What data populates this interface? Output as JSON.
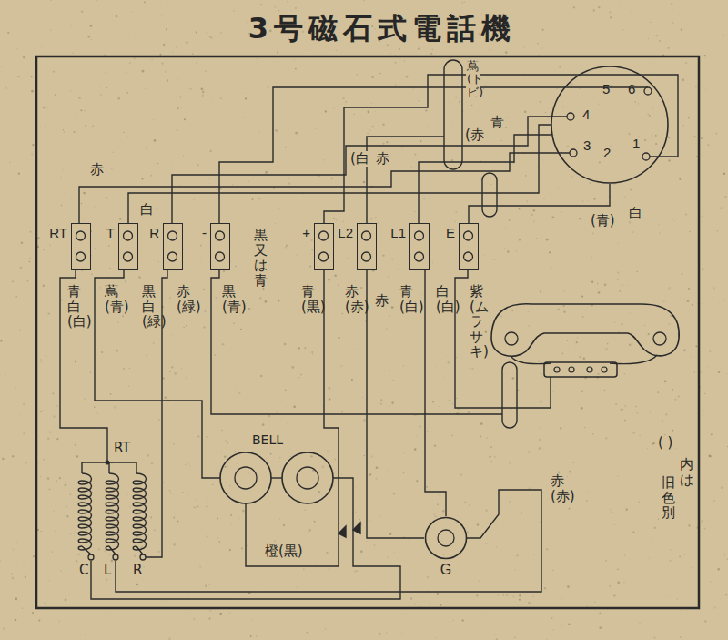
{
  "diagram": {
    "title": "3号磁石式電話機",
    "nodes": [
      {
        "text": [
          "4",
          "5",
          "6",
          "3",
          "2",
          "1"
        ]
      },
      {
        "text": [
          "RT"
        ]
      },
      {
        "text": [
          "T"
        ]
      },
      {
        "text": [
          "R"
        ]
      },
      {
        "text": [
          "-"
        ]
      },
      {
        "text": [
          "+"
        ]
      },
      {
        "text": [
          "L2"
        ]
      },
      {
        "text": [
          "L1"
        ]
      },
      {
        "text": [
          "E"
        ]
      },
      {
        "text": [
          "G"
        ]
      }
    ],
    "edges": [
      {
        "from": 2,
        "to": 0,
        "arrow": "none"
      },
      {
        "from": 8,
        "to": 0,
        "arrow": "none"
      },
      {
        "from": 7,
        "to": 9,
        "arrow": "none"
      },
      {
        "from": 6,
        "to": 9,
        "arrow": "none"
      }
    ],
    "labels": [
      "赤",
      "白",
      "黒又は青",
      "(白",
      "赤",
      "蔦(トビ)",
      "(赤",
      "青",
      "(青)",
      "白",
      "青白(白)",
      "蔦(青)",
      "黒白(緑)",
      "赤(緑)",
      "黒(青)",
      "青(黒)",
      "赤(赤)",
      "赤",
      "青(白)",
      "白(白)",
      "紫(ムラサキ)",
      "BELL",
      "RT",
      "C",
      "L",
      "R",
      "橙(黒)",
      "赤(赤)",
      "( )",
      "内は",
      "旧色別"
    ]
  }
}
